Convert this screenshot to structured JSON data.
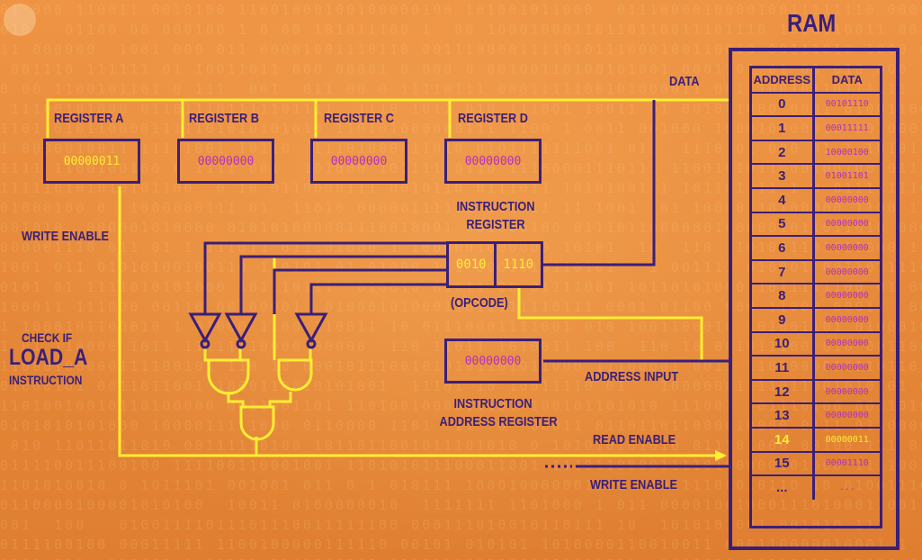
{
  "ram": {
    "title": "RAM",
    "header_address": "ADDRESS",
    "header_data": "DATA",
    "rows": [
      {
        "address": "0",
        "data": "00101110"
      },
      {
        "address": "1",
        "data": "00011111"
      },
      {
        "address": "2",
        "data": "10000100"
      },
      {
        "address": "3",
        "data": "01001101"
      },
      {
        "address": "4",
        "data": "00000000"
      },
      {
        "address": "5",
        "data": "00000000"
      },
      {
        "address": "6",
        "data": "00000000"
      },
      {
        "address": "7",
        "data": "00000000"
      },
      {
        "address": "8",
        "data": "00000000"
      },
      {
        "address": "9",
        "data": "00000000"
      },
      {
        "address": "10",
        "data": "00000000"
      },
      {
        "address": "11",
        "data": "00000000"
      },
      {
        "address": "12",
        "data": "00000000"
      },
      {
        "address": "13",
        "data": "00000000"
      },
      {
        "address": "14",
        "data": "00000011",
        "highlight": true
      },
      {
        "address": "15",
        "data": "00001110"
      },
      {
        "address": "...",
        "data": "..."
      }
    ]
  },
  "registers": {
    "a": {
      "label": "REGISTER A",
      "value": "00000011"
    },
    "b": {
      "label": "REGISTER B",
      "value": "00000000"
    },
    "c": {
      "label": "REGISTER C",
      "value": "00000000"
    },
    "d": {
      "label": "REGISTER D",
      "value": "00000000"
    }
  },
  "instruction_register": {
    "label_line1": "INSTRUCTION",
    "label_line2": "REGISTER",
    "opcode": "0010",
    "address": "1110",
    "opcode_label": "(OPCODE)"
  },
  "instruction_address_register": {
    "value": "00000000",
    "label_line1": "INSTRUCTION",
    "label_line2": "ADDRESS REGISTER"
  },
  "labels": {
    "data": "DATA",
    "write_enable_left": "WRITE ENABLE",
    "check_if": "CHECK IF",
    "load_a": "LOAD_A",
    "instruction": "INSTRUCTION",
    "address_input": "ADDRESS INPUT",
    "read_enable": "READ ENABLE",
    "write_enable_right": "WRITE ENABLE"
  },
  "colors": {
    "background": "#e8893a",
    "wire_yellow": "#ffee33",
    "wire_purple": "#3a1f7a",
    "value_magenta": "#b32fc0"
  }
}
